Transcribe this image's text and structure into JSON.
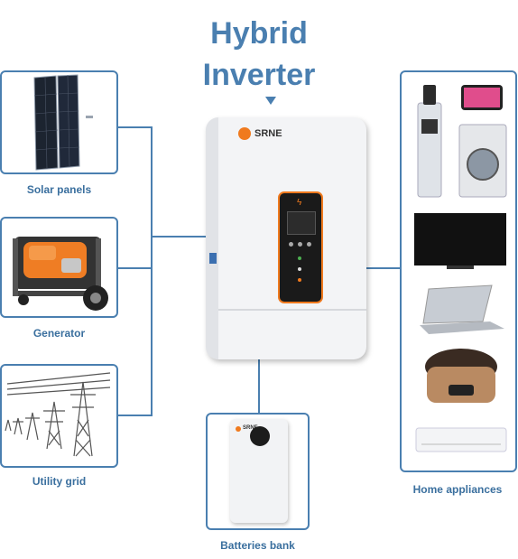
{
  "title": {
    "line1": "Hybrid",
    "line2": "Inverter"
  },
  "inverter": {
    "brand": "SRNE"
  },
  "sources": [
    {
      "label": "Solar panels"
    },
    {
      "label": "Generator"
    },
    {
      "label": "Utility grid"
    }
  ],
  "battery": {
    "label": "Batteries bank",
    "brand": "SRNE"
  },
  "appliances": {
    "label": "Home appliances"
  },
  "colors": {
    "accent": "#4a7fb0",
    "inverter_orange": "#f07a1e"
  }
}
